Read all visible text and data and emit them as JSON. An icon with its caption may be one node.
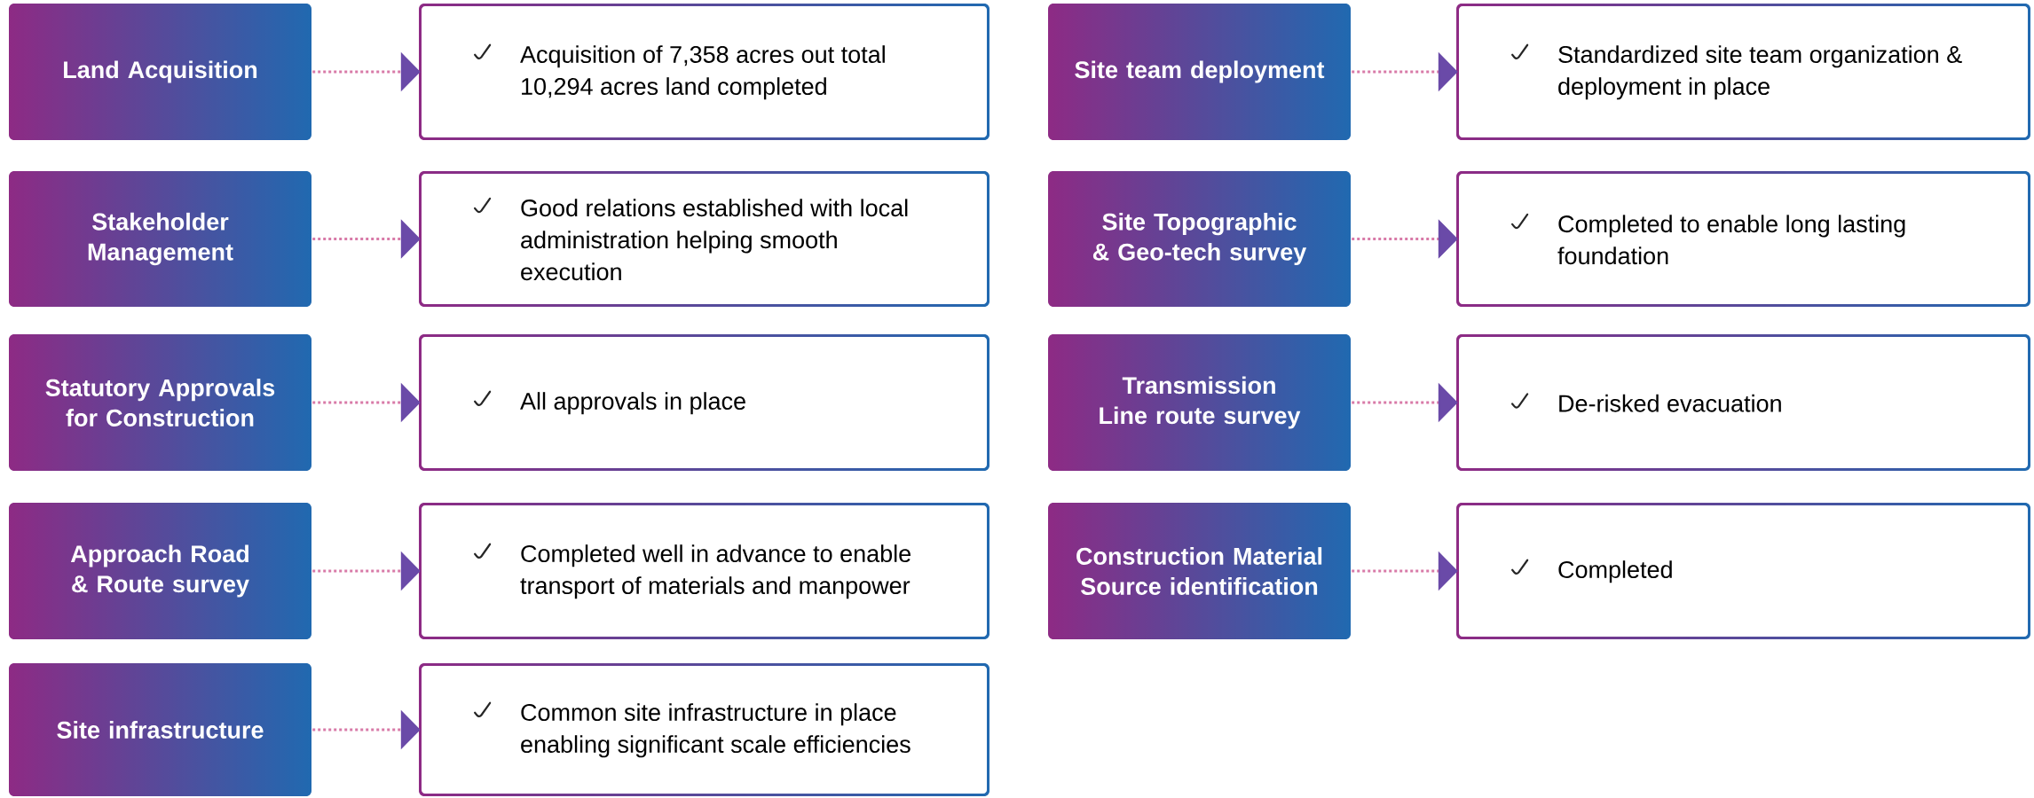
{
  "diagram": {
    "nodes": [
      {
        "text": [
          "Land Acquisition"
        ]
      },
      {
        "text": [
          "Acquisition of 7,358 acres out total 10,294 acres land completed"
        ]
      },
      {
        "text": [
          "Site team deployment"
        ]
      },
      {
        "text": [
          "Standardized site team organization & deployment in place"
        ]
      },
      {
        "text": [
          "Stakeholder Management"
        ]
      },
      {
        "text": [
          "Good relations established with local administration helping smooth execution"
        ]
      },
      {
        "text": [
          "Site Topographic & Geo-tech survey"
        ]
      },
      {
        "text": [
          "Completed to enable long lasting foundation"
        ]
      },
      {
        "text": [
          "Statutory Approvals for Construction"
        ]
      },
      {
        "text": [
          "All approvals in place"
        ]
      },
      {
        "text": [
          "Transmission Line route survey"
        ]
      },
      {
        "text": [
          "De-risked evacuation"
        ]
      },
      {
        "text": [
          "Approach Road & Route survey"
        ]
      },
      {
        "text": [
          "Completed well in advance to enable transport of materials and manpower"
        ]
      },
      {
        "text": [
          "Construction Material Source identification"
        ]
      },
      {
        "text": [
          "Completed"
        ]
      },
      {
        "text": [
          "Site infrastructure"
        ]
      },
      {
        "text": [
          "Common site infrastructure in place enabling significant scale efficiencies"
        ]
      }
    ],
    "edges": [
      {
        "from": 0,
        "to": 1,
        "arrow": "to"
      },
      {
        "from": 2,
        "to": 3,
        "arrow": "to"
      },
      {
        "from": 4,
        "to": 5,
        "arrow": "to"
      },
      {
        "from": 6,
        "to": 7,
        "arrow": "to"
      },
      {
        "from": 8,
        "to": 9,
        "arrow": "to"
      },
      {
        "from": 10,
        "to": 11,
        "arrow": "to"
      },
      {
        "from": 12,
        "to": 13,
        "arrow": "to"
      },
      {
        "from": 14,
        "to": 15,
        "arrow": "to"
      },
      {
        "from": 16,
        "to": 17,
        "arrow": "to"
      }
    ]
  }
}
